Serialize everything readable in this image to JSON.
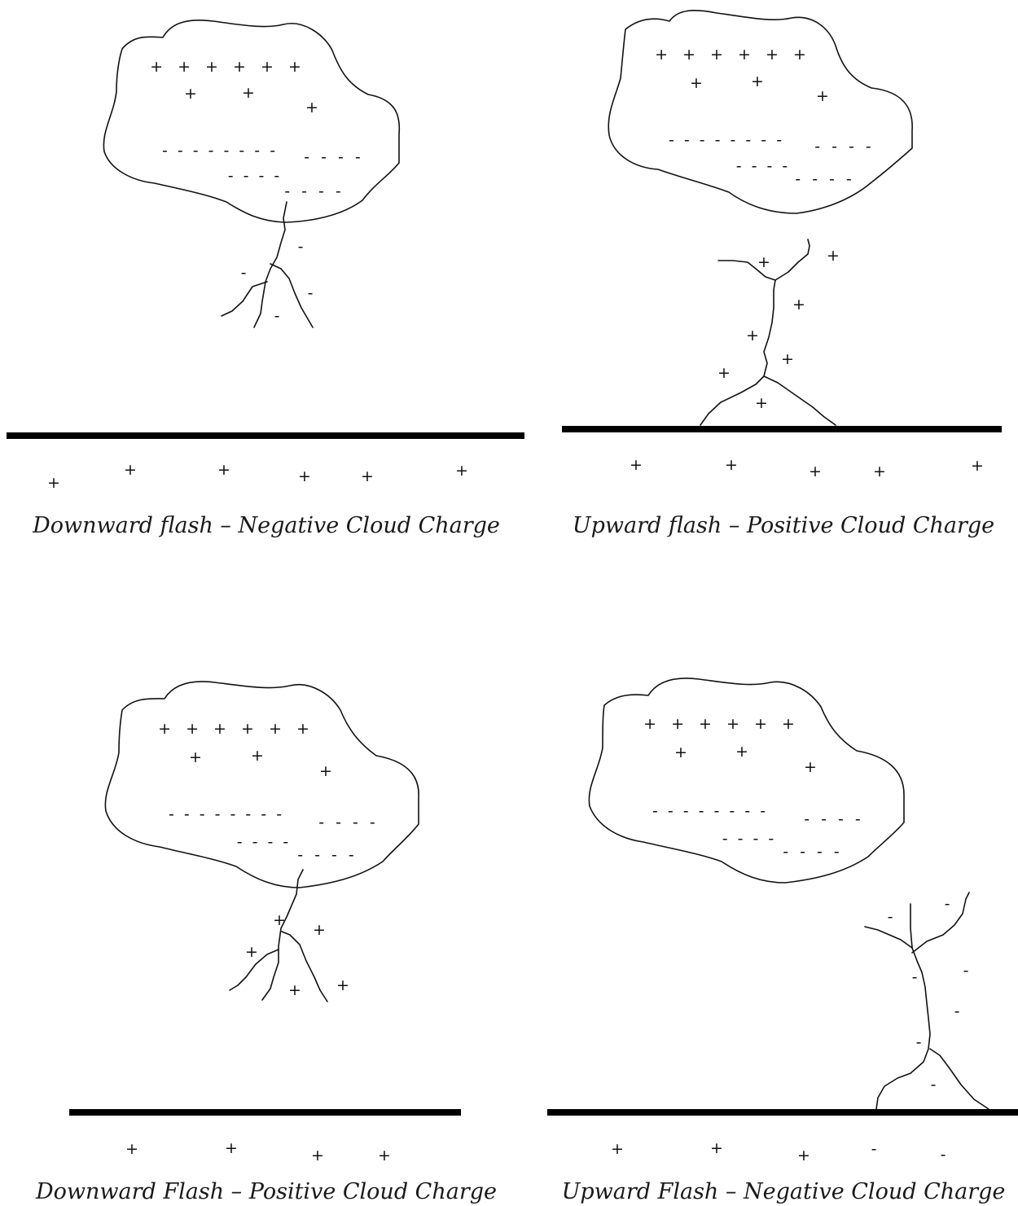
{
  "panels": [
    {
      "id": "p1",
      "caption": "Downward flash – Negative Cloud Charge",
      "cloud_top_plus": "+ + + + + +",
      "cloud_mid_plus": [
        "+",
        "+",
        "+"
      ],
      "cloud_minus_rows": [
        "- - - -  - - - -",
        "- - - -",
        "- - - -",
        "- - - -"
      ],
      "leader_charges": [
        "-",
        "-",
        "-",
        "-"
      ],
      "ground_charges": [
        "+",
        "+",
        "+",
        "+",
        "+",
        "+"
      ]
    },
    {
      "id": "p2",
      "caption": "Upward flash – Positive Cloud Charge",
      "cloud_top_plus": "+ + + + + +",
      "cloud_mid_plus": [
        "+",
        "+",
        "+"
      ],
      "cloud_minus_rows": [
        "- - - -  - - - -",
        "- - - -",
        "- - - -",
        "- - - -"
      ],
      "leader_charges": [
        "+",
        "+",
        "+",
        "+",
        "+",
        "+",
        "+"
      ],
      "ground_charges": [
        "+",
        "+",
        "+",
        "+",
        "+"
      ]
    },
    {
      "id": "p3",
      "caption": "Downward Flash – Positive Cloud Charge",
      "cloud_top_plus": "+ + + + + +",
      "cloud_mid_plus": [
        "+",
        "+",
        "+"
      ],
      "cloud_minus_rows": [
        "- - - -  - - - -",
        "- - - -",
        "- - - -",
        "- - - -"
      ],
      "leader_charges": [
        "+",
        "+",
        "+",
        "+",
        "+"
      ],
      "ground_charges": [
        "+",
        "+",
        "+",
        "+"
      ]
    },
    {
      "id": "p4",
      "caption": "Upward Flash – Negative Cloud Charge",
      "cloud_top_plus": "+ + + + + +",
      "cloud_mid_plus": [
        "+",
        "+",
        "+"
      ],
      "cloud_minus_rows": [
        "- - - -  - - - -",
        "- - - -",
        "- - - -",
        "- - - -"
      ],
      "leader_charges": [
        "-",
        "-",
        "-",
        "-",
        "-",
        "-",
        "-"
      ],
      "ground_charges": [
        "+",
        "+",
        "+",
        "-",
        "-"
      ]
    }
  ]
}
